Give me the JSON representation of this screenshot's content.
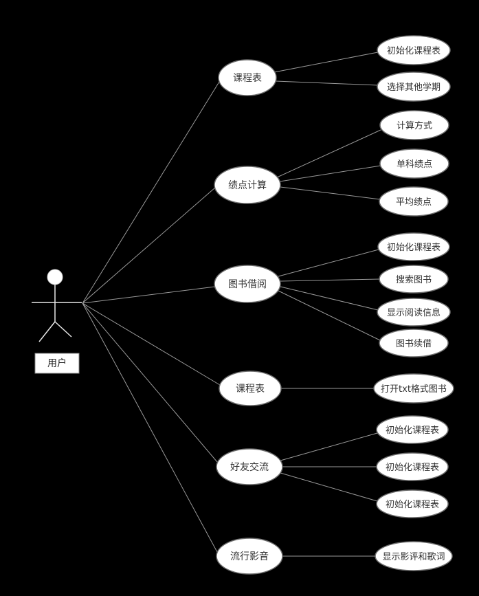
{
  "diagram": {
    "background_color": "#000000",
    "node_fill": "#ffffff",
    "node_stroke": "#6e6e6e",
    "line_color": "#9a9a9a",
    "text_color": "#333333"
  },
  "actor": {
    "label": "用户"
  },
  "use_cases": {
    "mid": [
      {
        "label": "课程表"
      },
      {
        "label": "绩点计算"
      },
      {
        "label": "图书借阅"
      },
      {
        "label": "课程表"
      },
      {
        "label": "好友交流"
      },
      {
        "label": "流行影音"
      }
    ],
    "right": [
      {
        "label": "初始化课程表"
      },
      {
        "label": "选择其他学期"
      },
      {
        "label": "计算方式"
      },
      {
        "label": "单科绩点"
      },
      {
        "label": "平均绩点"
      },
      {
        "label": "初始化课程表"
      },
      {
        "label": "搜索图书"
      },
      {
        "label": "显示阅读信息"
      },
      {
        "label": "图书续借"
      },
      {
        "label": "打开txt格式图书"
      },
      {
        "label": "初始化课程表"
      },
      {
        "label": "初始化课程表"
      },
      {
        "label": "初始化课程表"
      },
      {
        "label": "显示影评和歌词"
      }
    ]
  }
}
